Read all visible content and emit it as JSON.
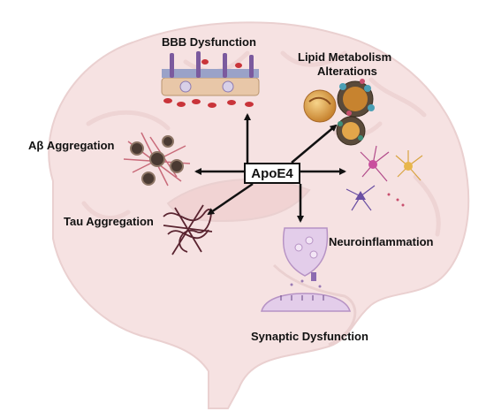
{
  "center": {
    "label": "ApoE4"
  },
  "effects": {
    "bbb": "BBB Dysfunction",
    "lipid_line1": "Lipid Metabolism",
    "lipid_line2": "Alterations",
    "abeta": "Aβ Aggregation",
    "tau": "Tau Aggregation",
    "neuroinflammation": "Neuroinflammation",
    "synaptic": "Synaptic Dysfunction"
  },
  "colors": {
    "brain_fill": "#f6e2e2",
    "brain_stroke": "#ead0d0",
    "arrow": "#111111",
    "vessel_red": "#c9343a",
    "plaque_brown": "#6b4e3d",
    "tau_fiber": "#5a2430",
    "synapse_purple": "#c9a7d9",
    "lipid_gold": "#e3a64a"
  }
}
